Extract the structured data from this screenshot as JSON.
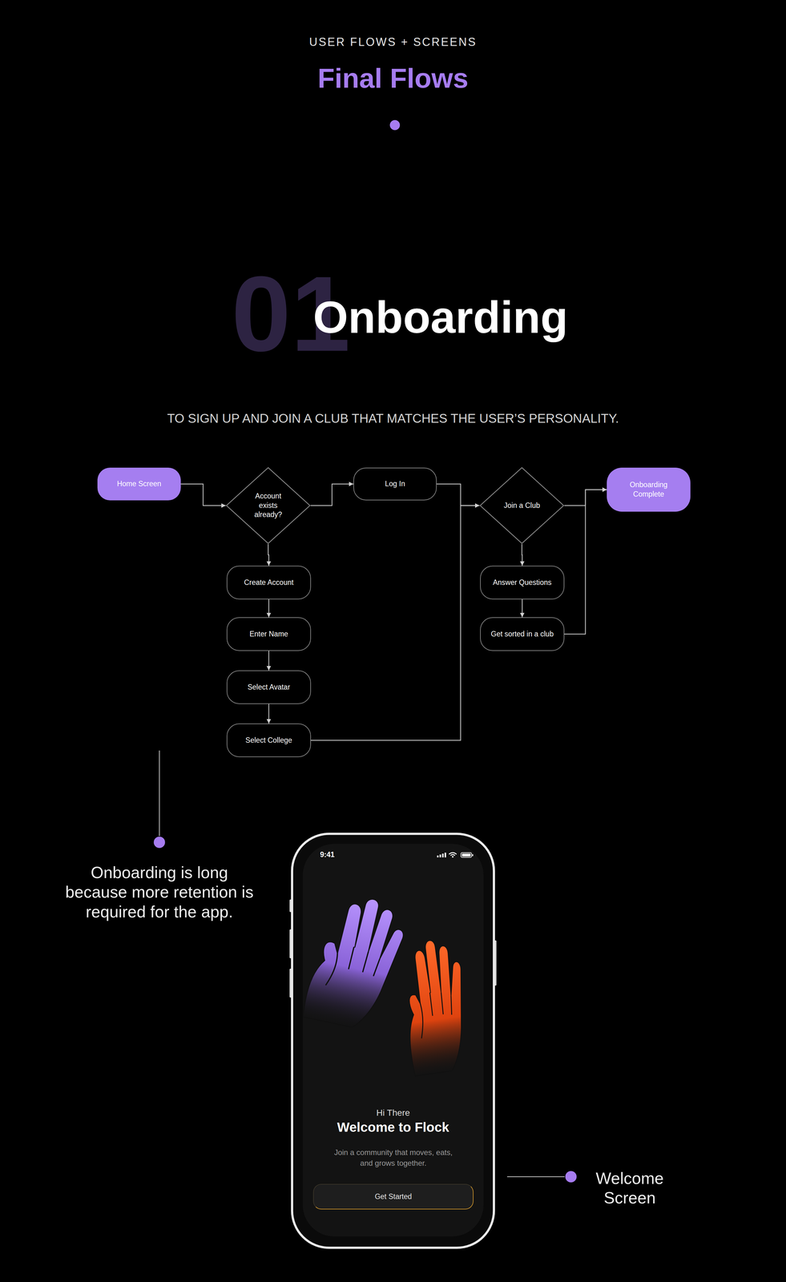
{
  "diagram": {
    "title": "Final Flows",
    "nodes": [
      {
        "text": [
          "Home Screen"
        ]
      },
      {
        "text": [
          "Account exists already?"
        ]
      },
      {
        "text": [
          "Log In"
        ]
      },
      {
        "text": [
          "Join a Club"
        ]
      },
      {
        "text": [
          "Onboarding Complete"
        ]
      },
      {
        "text": [
          "Create Account"
        ]
      },
      {
        "text": [
          "Enter Name"
        ]
      },
      {
        "text": [
          "Select Avatar"
        ]
      },
      {
        "text": [
          "Select College"
        ]
      },
      {
        "text": [
          "Answer Questions"
        ]
      },
      {
        "text": [
          "Get sorted in a club"
        ]
      },
      {
        "text": [
          "Get Started"
        ]
      }
    ],
    "edges": [
      {
        "from": 0,
        "to": 1,
        "arrow": "to"
      },
      {
        "from": 1,
        "to": 2,
        "arrow": "to"
      },
      {
        "from": 2,
        "to": 3,
        "arrow": "to"
      },
      {
        "from": 3,
        "to": 4,
        "arrow": "to"
      },
      {
        "from": 1,
        "to": 5,
        "arrow": "to"
      },
      {
        "from": 5,
        "to": 6,
        "arrow": "to"
      },
      {
        "from": 6,
        "to": 7,
        "arrow": "to"
      },
      {
        "from": 7,
        "to": 8,
        "arrow": "to"
      },
      {
        "from": 8,
        "to": 3,
        "arrow": "to"
      },
      {
        "from": 3,
        "to": 9,
        "arrow": "to"
      },
      {
        "from": 9,
        "to": 10,
        "arrow": "to"
      },
      {
        "from": 10,
        "to": 4,
        "arrow": "to"
      }
    ],
    "labels": [
      "USER FLOWS + SCREENS",
      "01",
      "Onboarding",
      "TO SIGN UP AND JOIN A CLUB THAT MATCHES THE USER’S PERSONALITY.",
      "Onboarding is long because more retention is required for the app.",
      "9:41",
      "Hi There",
      "Welcome to Flock",
      "Join a community that moves, eats, and grows together.",
      "Welcome Screen"
    ]
  }
}
